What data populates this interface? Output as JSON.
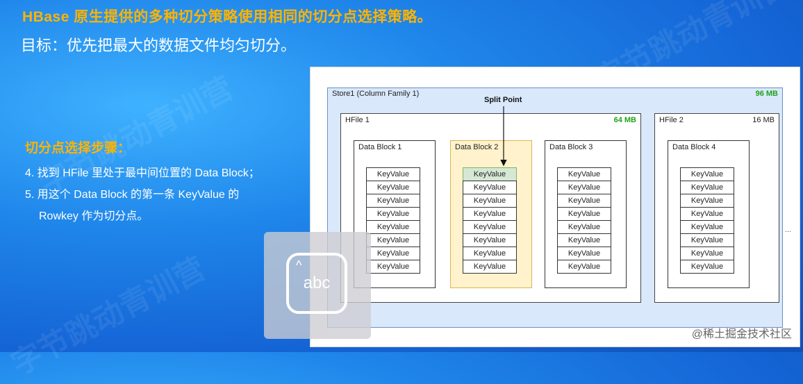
{
  "slide": {
    "title": "HBase 原生提供的多种切分策略使用相同的切分点选择策略。",
    "goal": "目标：优先把最大的数据文件均匀切分。",
    "steps_heading": "切分点选择步骤：",
    "steps": [
      "4. 找到 HFile 里处于最中间位置的 Data Block；",
      "5. 用这个 Data Block 的第一条 KeyValue 的",
      "Rowkey 作为切分点。"
    ]
  },
  "diagram": {
    "store": {
      "label": "Store1 (Column Family 1)",
      "size": "96 MB"
    },
    "split_point_label": "Split Point",
    "ellipsis": "...",
    "hfiles": [
      {
        "label": "HFile 1",
        "size": "64 MB",
        "blocks": [
          {
            "label": "Data Block 1",
            "keyvalues": [
              "KeyValue",
              "KeyValue",
              "KeyValue",
              "KeyValue",
              "KeyValue",
              "KeyValue",
              "KeyValue",
              "KeyValue"
            ]
          },
          {
            "label": "Data Block 2",
            "keyvalues": [
              "KeyValue",
              "KeyValue",
              "KeyValue",
              "KeyValue",
              "KeyValue",
              "KeyValue",
              "KeyValue",
              "KeyValue"
            ]
          },
          {
            "label": "Data Block 3",
            "keyvalues": [
              "KeyValue",
              "KeyValue",
              "KeyValue",
              "KeyValue",
              "KeyValue",
              "KeyValue",
              "KeyValue",
              "KeyValue"
            ]
          }
        ]
      },
      {
        "label": "HFile 2",
        "size": "16 MB",
        "blocks": [
          {
            "label": "Data Block 4",
            "keyvalues": [
              "KeyValue",
              "KeyValue",
              "KeyValue",
              "KeyValue",
              "KeyValue",
              "KeyValue",
              "KeyValue",
              "KeyValue"
            ]
          }
        ]
      }
    ]
  },
  "overlay": {
    "icon_text": "abc",
    "caret": "^"
  },
  "attribution": "@稀土掘金技术社区",
  "watermark": "字节跳动青训营",
  "colors": {
    "accent": "#ffb300",
    "size_green": "#1fa319",
    "highlight_block": "#fff2cc",
    "first_keyvalue": "#d5e8d4",
    "store_fill": "#dae8fc"
  }
}
